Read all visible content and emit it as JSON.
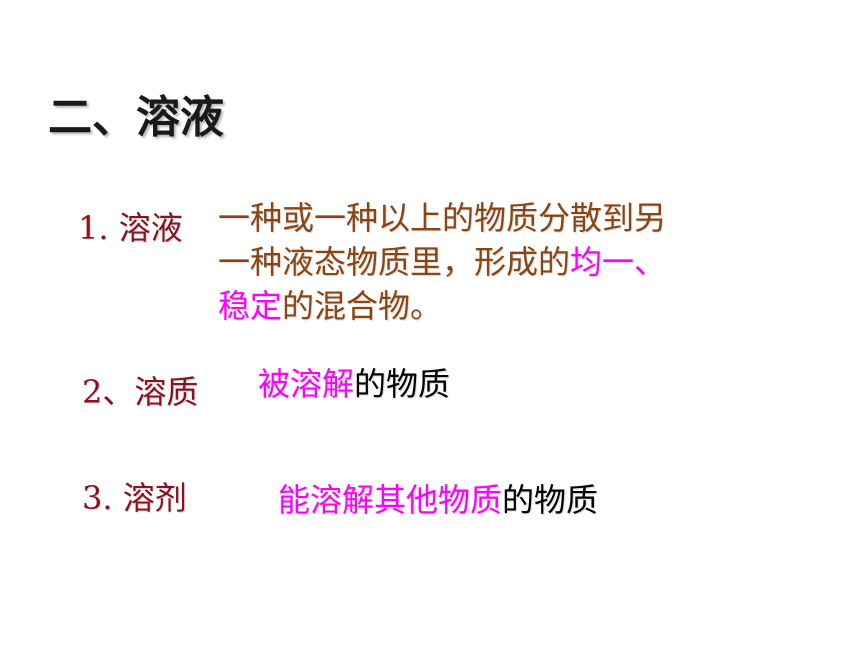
{
  "slide": {
    "title": "二、溶液",
    "items": [
      {
        "label": "1. 溶液",
        "definition": {
          "line1": "一种或一种以上的物质分散到另",
          "line2_normal": "一种液态物质里，形成的",
          "line2_highlight": "均一、",
          "line3_highlight": "稳定",
          "line3_normal": "的混合物。"
        }
      },
      {
        "label": "2、溶质",
        "definition": {
          "highlight": "被溶解",
          "normal": "的物质"
        }
      },
      {
        "label": "3. 溶剂",
        "definition": {
          "highlight": "能溶解其他物质",
          "normal": "的物质"
        }
      }
    ]
  },
  "colors": {
    "title": "#1a1a1a",
    "label": "#8b1020",
    "body": "#8b4513",
    "highlight": "#ff00ff",
    "plain": "#000000"
  }
}
